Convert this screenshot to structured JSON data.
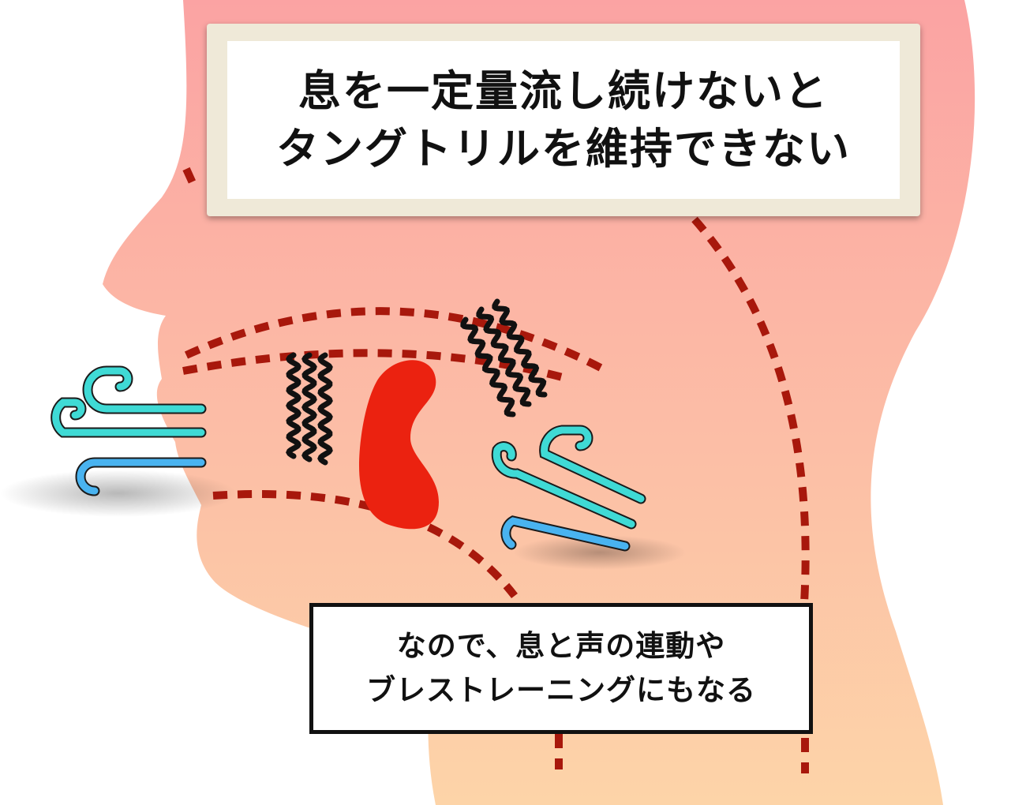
{
  "colors": {
    "head_top": "#fba3a3",
    "head_bottom": "#fdd4a8",
    "dotted_line": "#a8180c",
    "tongue": "#eb2210",
    "wind_cyan": "#3fdad5",
    "wind_blue": "#49b3f0",
    "vibration": "#111111",
    "caption_frame": "#efe9d8"
  },
  "icons": {
    "tongue": "tongue-shape",
    "vibration": "wavy-vibration-lines",
    "breath": "wind-curl-lines",
    "head": "head-profile-silhouette"
  },
  "caption_top": {
    "line1": "息を一定量流し続けないと",
    "line2": "タングトリルを維持できない"
  },
  "caption_bottom": {
    "line1": "なので、息と声の連動や",
    "line2": "ブレストレーニングにもなる"
  }
}
